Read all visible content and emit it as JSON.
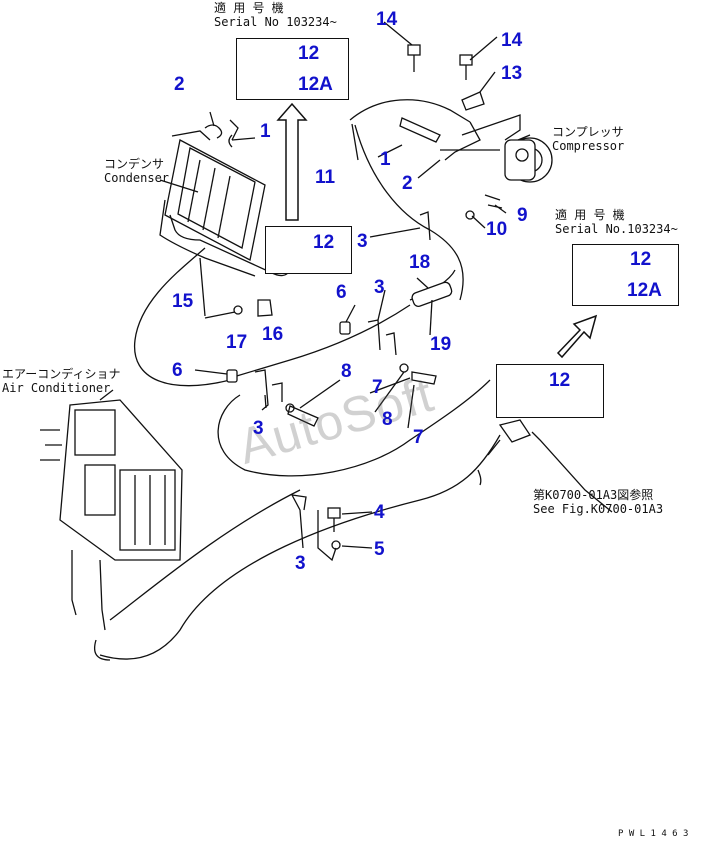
{
  "top_serial_box": {
    "line1": "適 用 号 機",
    "line2": "Serial No 103234~"
  },
  "right_serial_box": {
    "line1": "適 用 号 機",
    "line2": "Serial No.103234~"
  },
  "condenser_label": {
    "jp": "コンデンサ",
    "en": "Condenser"
  },
  "compressor_label": {
    "jp": "コンプレッサ",
    "en": "Compressor"
  },
  "aircon_label": {
    "jp": "エアーコンディショナ",
    "en": "Air Conditioner"
  },
  "see_fig_label": {
    "jp": "第K0700-01A3図参照",
    "en": "See Fig.K0700-01A3"
  },
  "footer_code": "P W L 1 4 6 3",
  "watermark": "AutoSoft",
  "callouts": {
    "c1a": "1",
    "c1b": "1",
    "c2a": "2",
    "c2b": "2",
    "c3a": "3",
    "c3b": "3",
    "c3c": "3",
    "c3d": "3",
    "c4": "4",
    "c5": "5",
    "c6a": "6",
    "c6b": "6",
    "c7a": "7",
    "c7b": "7",
    "c8a": "8",
    "c8b": "8",
    "c9": "9",
    "c10": "10",
    "c11": "11",
    "c12a": "12",
    "c12b": "12",
    "c12c": "12",
    "c12d": "12",
    "c12Aa": "12A",
    "c12Ab": "12A",
    "c13": "13",
    "c14a": "14",
    "c14b": "14",
    "c15": "15",
    "c16": "16",
    "c17": "17",
    "c18": "18",
    "c19": "19"
  },
  "colors": {
    "callout": "#1212cc",
    "line": "#111111"
  }
}
